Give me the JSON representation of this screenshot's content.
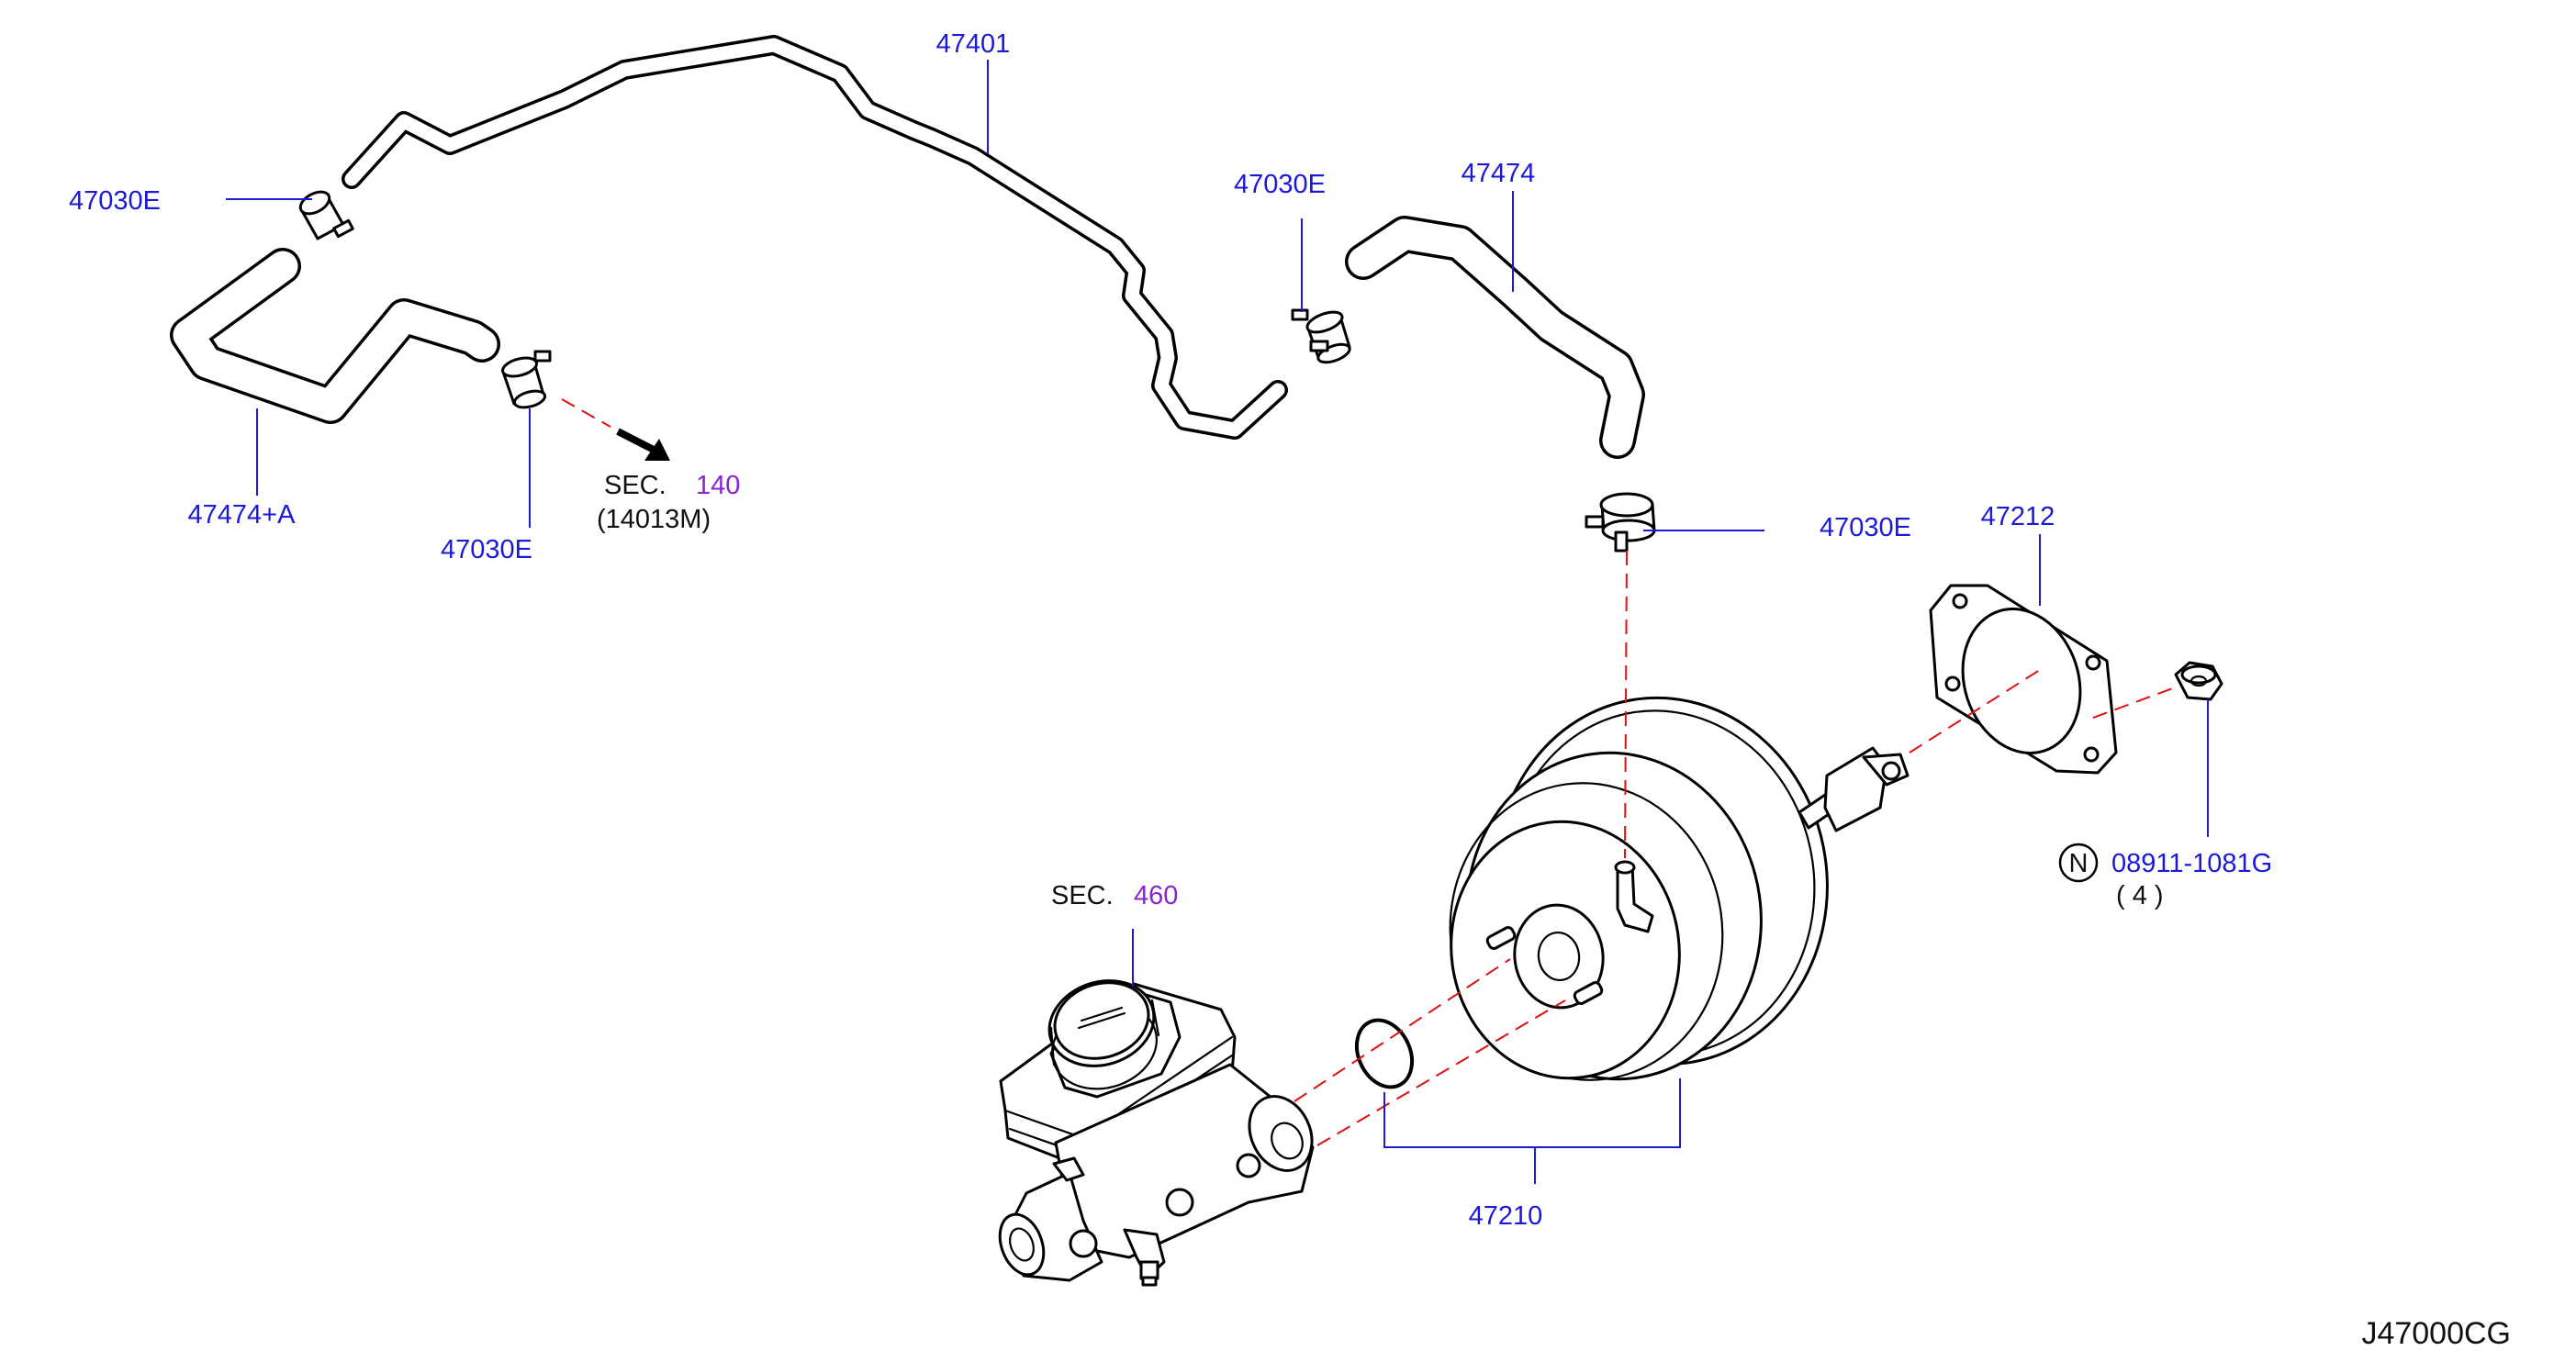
{
  "parts": {
    "hose_main": "47401",
    "hose_left": "47474+A",
    "hose_right": "47474",
    "clamp_top_left": "47030E",
    "clamp_bottom_left": "47030E",
    "clamp_mid": "47030E",
    "clamp_right": "47030E",
    "gasket": "47212",
    "booster": "47210",
    "nut": "08911-1081G",
    "nut_qty": "( 4 )",
    "nut_symbol": "N"
  },
  "refs": {
    "sec_140_prefix": "SEC.",
    "sec_140_number": "140",
    "sec_140_sub": "(14013M)",
    "sec_460_prefix": "SEC.",
    "sec_460_number": "460"
  },
  "diagram_code": "J47000CG",
  "colors": {
    "part_number": "#1a1ad6",
    "section_number": "#8a22d6",
    "leader_dash": "#e01010",
    "line_art": "#000000"
  }
}
